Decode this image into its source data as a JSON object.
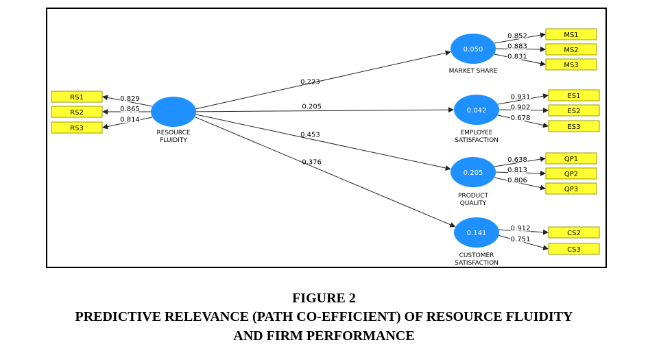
{
  "colors": {
    "latent_fill": "#1e90ff",
    "indicator_fill": "#ffff33",
    "indicator_stroke": "#999900",
    "line": "#222222",
    "frame": "#000000"
  },
  "exogenous": {
    "id": "resource-fluidity",
    "label": "RESOURCE\nFLUIDITY",
    "value": ""
  },
  "endogenous": [
    {
      "id": "market-share",
      "label": "MARKET SHARE",
      "value": "0.050",
      "path": "0.223"
    },
    {
      "id": "employee-satisfaction",
      "label": "EMPLOYEE\nSATISFACTION",
      "value": "0.042",
      "path": "0.205"
    },
    {
      "id": "product-quality",
      "label": "PRODUCT\nQUALITY",
      "value": "0.205",
      "path": "0.453"
    },
    {
      "id": "customer-satisfaction",
      "label": "CUSTOMER\nSATISFACTION",
      "value": "0.141",
      "path": "0.376"
    }
  ],
  "indicators": {
    "resource-fluidity": [
      {
        "name": "RS1",
        "loading": "0.829"
      },
      {
        "name": "RS2",
        "loading": "0.865"
      },
      {
        "name": "RS3",
        "loading": "0.814"
      }
    ],
    "market-share": [
      {
        "name": "MS1",
        "loading": "0.852"
      },
      {
        "name": "MS2",
        "loading": "0.883"
      },
      {
        "name": "MS3",
        "loading": "0.831"
      }
    ],
    "employee-satisfaction": [
      {
        "name": "ES1",
        "loading": "0.931"
      },
      {
        "name": "ES2",
        "loading": "0.902"
      },
      {
        "name": "ES3",
        "loading": "0.678"
      }
    ],
    "product-quality": [
      {
        "name": "QP1",
        "loading": "0.638"
      },
      {
        "name": "QP2",
        "loading": "0.813"
      },
      {
        "name": "QP3",
        "loading": "0.806"
      }
    ],
    "customer-satisfaction": [
      {
        "name": "CS2",
        "loading": "0.912"
      },
      {
        "name": "CS3",
        "loading": "0.751"
      }
    ]
  },
  "caption": {
    "figure_number": "FIGURE 2",
    "title_line1": "PREDICTIVE RELEVANCE (PATH CO-EFFICIENT) OF RESOURCE FLUIDITY",
    "title_line2": "AND FIRM PERFORMANCE"
  }
}
